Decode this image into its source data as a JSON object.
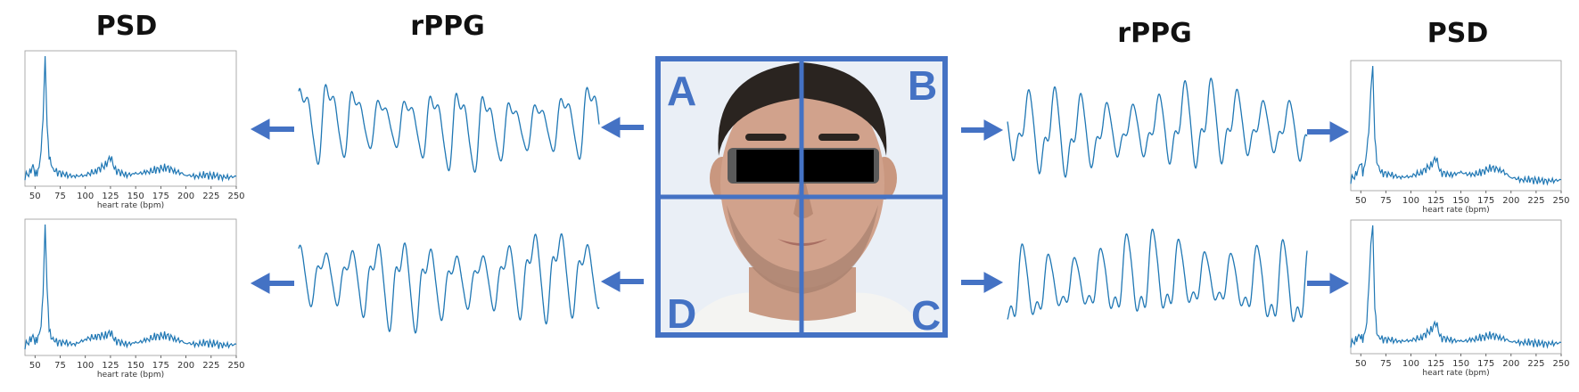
{
  "titles": {
    "psd_left": "PSD",
    "rppg_left": "rPPG",
    "rppg_right": "rPPG",
    "psd_right": "PSD"
  },
  "quadrants": [
    "A",
    "B",
    "C",
    "D"
  ],
  "colors": {
    "accent": "#4472c4",
    "signal": "#1f77b4",
    "eye_bar": "#000000"
  },
  "chart_data": [
    {
      "type": "line",
      "id": "psd-top-left",
      "xlabel": "heart rate (bpm)",
      "xticks": [
        50,
        75,
        100,
        125,
        150,
        175,
        200,
        225,
        250
      ],
      "xlim": [
        40,
        250
      ],
      "peak_bpm": 60,
      "x": [
        40,
        45,
        48,
        50,
        52,
        54,
        56,
        58,
        60,
        62,
        64,
        66,
        68,
        70,
        80,
        90,
        100,
        110,
        120,
        125,
        130,
        140,
        150,
        160,
        170,
        180,
        190,
        200,
        210,
        220,
        230,
        240,
        250
      ],
      "y": [
        0.05,
        0.08,
        0.14,
        0.06,
        0.08,
        0.12,
        0.25,
        0.5,
        1.0,
        0.45,
        0.2,
        0.16,
        0.1,
        0.09,
        0.06,
        0.05,
        0.06,
        0.09,
        0.14,
        0.2,
        0.1,
        0.06,
        0.07,
        0.08,
        0.1,
        0.12,
        0.09,
        0.06,
        0.05,
        0.06,
        0.05,
        0.04,
        0.05
      ]
    },
    {
      "type": "line",
      "id": "psd-bottom-left",
      "xlabel": "heart rate (bpm)",
      "xticks": [
        50,
        75,
        100,
        125,
        150,
        175,
        200,
        225,
        250
      ],
      "xlim": [
        40,
        250
      ],
      "peak_bpm": 60,
      "x": [
        40,
        45,
        48,
        50,
        52,
        54,
        56,
        58,
        60,
        62,
        64,
        66,
        68,
        70,
        80,
        90,
        100,
        110,
        120,
        125,
        130,
        140,
        150,
        160,
        170,
        180,
        190,
        200,
        210,
        220,
        230,
        240,
        250
      ],
      "y": [
        0.05,
        0.09,
        0.13,
        0.07,
        0.1,
        0.14,
        0.2,
        0.45,
        1.0,
        0.5,
        0.18,
        0.12,
        0.1,
        0.08,
        0.07,
        0.06,
        0.1,
        0.12,
        0.13,
        0.15,
        0.09,
        0.06,
        0.07,
        0.09,
        0.12,
        0.13,
        0.1,
        0.07,
        0.06,
        0.07,
        0.06,
        0.05,
        0.06
      ]
    },
    {
      "type": "line",
      "id": "psd-top-right",
      "xlabel": "heart rate (bpm)",
      "xticks": [
        50,
        75,
        100,
        125,
        150,
        175,
        200,
        225,
        250
      ],
      "xlim": [
        40,
        250
      ],
      "peak_bpm": 62,
      "x": [
        40,
        45,
        48,
        50,
        52,
        54,
        56,
        58,
        60,
        62,
        64,
        66,
        68,
        70,
        80,
        90,
        100,
        110,
        120,
        125,
        130,
        140,
        150,
        160,
        170,
        180,
        190,
        200,
        210,
        220,
        230,
        240,
        250
      ],
      "y": [
        0.06,
        0.1,
        0.16,
        0.2,
        0.12,
        0.18,
        0.3,
        0.45,
        0.8,
        1.0,
        0.4,
        0.22,
        0.16,
        0.12,
        0.1,
        0.08,
        0.09,
        0.12,
        0.18,
        0.24,
        0.12,
        0.1,
        0.12,
        0.1,
        0.12,
        0.16,
        0.14,
        0.08,
        0.06,
        0.06,
        0.05,
        0.05,
        0.06
      ]
    },
    {
      "type": "line",
      "id": "psd-bottom-right",
      "xlabel": "heart rate (bpm)",
      "xticks": [
        50,
        75,
        100,
        125,
        150,
        175,
        200,
        225,
        250
      ],
      "xlim": [
        40,
        250
      ],
      "peak_bpm": 62,
      "x": [
        40,
        45,
        48,
        50,
        52,
        54,
        56,
        58,
        60,
        62,
        64,
        66,
        68,
        70,
        80,
        90,
        100,
        110,
        120,
        125,
        130,
        140,
        150,
        160,
        170,
        180,
        190,
        200,
        210,
        220,
        230,
        240,
        250
      ],
      "y": [
        0.05,
        0.08,
        0.12,
        0.1,
        0.09,
        0.14,
        0.22,
        0.5,
        0.85,
        1.0,
        0.35,
        0.15,
        0.1,
        0.09,
        0.08,
        0.07,
        0.08,
        0.1,
        0.16,
        0.22,
        0.1,
        0.08,
        0.07,
        0.08,
        0.1,
        0.12,
        0.1,
        0.07,
        0.06,
        0.06,
        0.05,
        0.05,
        0.06
      ]
    }
  ]
}
